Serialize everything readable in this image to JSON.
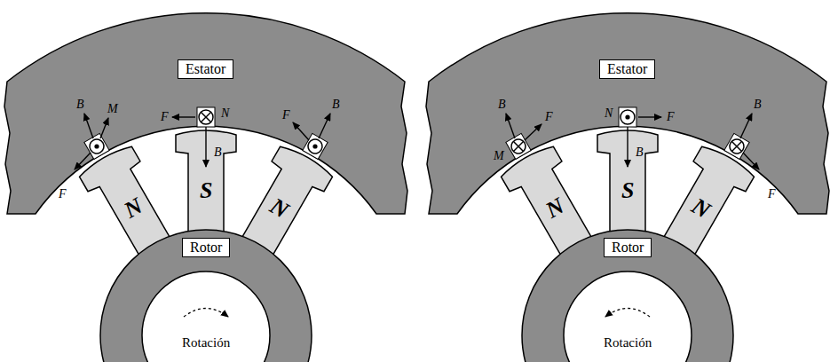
{
  "diagram": {
    "nodes": [
      {
        "text": [
          "Estator"
        ]
      },
      {
        "text": [
          "N"
        ]
      },
      {
        "text": [
          "S"
        ]
      },
      {
        "text": [
          "N"
        ]
      },
      {
        "text": [
          "Rotor"
        ]
      },
      {
        "text": [
          "Estator"
        ]
      },
      {
        "text": [
          "N"
        ]
      },
      {
        "text": [
          "S"
        ]
      },
      {
        "text": [
          "N"
        ]
      },
      {
        "text": [
          "Rotor"
        ]
      }
    ],
    "labels": [
      "B",
      "M",
      "F",
      "F",
      "N",
      "B",
      "F",
      "B",
      "Rotación",
      "B",
      "M",
      "F",
      "N",
      "F",
      "B",
      "B",
      "F",
      "Rotación"
    ]
  }
}
